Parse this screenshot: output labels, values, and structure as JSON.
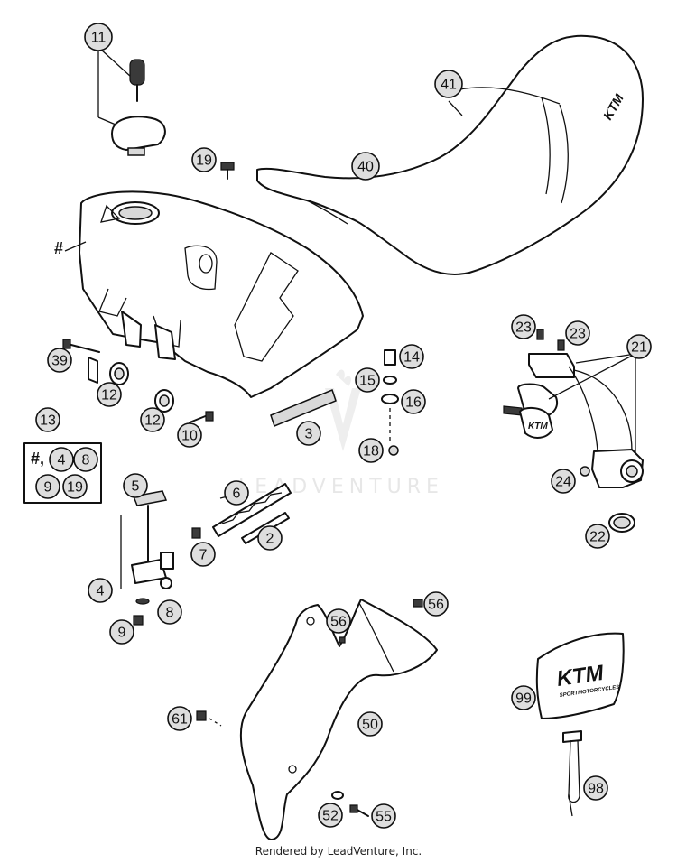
{
  "diagram": {
    "callouts": [
      {
        "id": "c11",
        "label": "11"
      },
      {
        "id": "c41",
        "label": "41"
      },
      {
        "id": "c19a",
        "label": "19"
      },
      {
        "id": "c40",
        "label": "40"
      },
      {
        "id": "c23a",
        "label": "23"
      },
      {
        "id": "c23b",
        "label": "23"
      },
      {
        "id": "c21",
        "label": "21"
      },
      {
        "id": "c39",
        "label": "39"
      },
      {
        "id": "c12a",
        "label": "12"
      },
      {
        "id": "c14",
        "label": "14"
      },
      {
        "id": "c15",
        "label": "15"
      },
      {
        "id": "c16",
        "label": "16"
      },
      {
        "id": "c12b",
        "label": "12"
      },
      {
        "id": "c10",
        "label": "10"
      },
      {
        "id": "c3",
        "label": "3"
      },
      {
        "id": "c18",
        "label": "18"
      },
      {
        "id": "c13",
        "label": "13"
      },
      {
        "id": "c4k",
        "label": "4"
      },
      {
        "id": "c8k",
        "label": "8"
      },
      {
        "id": "c9k",
        "label": "9"
      },
      {
        "id": "c19k",
        "label": "19"
      },
      {
        "id": "c24",
        "label": "24"
      },
      {
        "id": "c5",
        "label": "5"
      },
      {
        "id": "c6",
        "label": "6"
      },
      {
        "id": "c2",
        "label": "2"
      },
      {
        "id": "c22",
        "label": "22"
      },
      {
        "id": "c7",
        "label": "7"
      },
      {
        "id": "c4",
        "label": "4"
      },
      {
        "id": "c8",
        "label": "8"
      },
      {
        "id": "c56a",
        "label": "56"
      },
      {
        "id": "c56b",
        "label": "56"
      },
      {
        "id": "c9",
        "label": "9"
      },
      {
        "id": "c99",
        "label": "99"
      },
      {
        "id": "c61",
        "label": "61"
      },
      {
        "id": "c50",
        "label": "50"
      },
      {
        "id": "c98",
        "label": "98"
      },
      {
        "id": "c52",
        "label": "52"
      },
      {
        "id": "c55",
        "label": "55"
      }
    ],
    "hash_label": "#",
    "kit_hash_label": "#,",
    "watermark": "LEADVENTURE",
    "tank_sticker_brand": "KTM",
    "seat_brand": "KTM",
    "plate_brand": "KTM",
    "plate_subtext": "SPORTMOTORCYCLES",
    "footer": "Rendered by LeadVenture, Inc."
  }
}
